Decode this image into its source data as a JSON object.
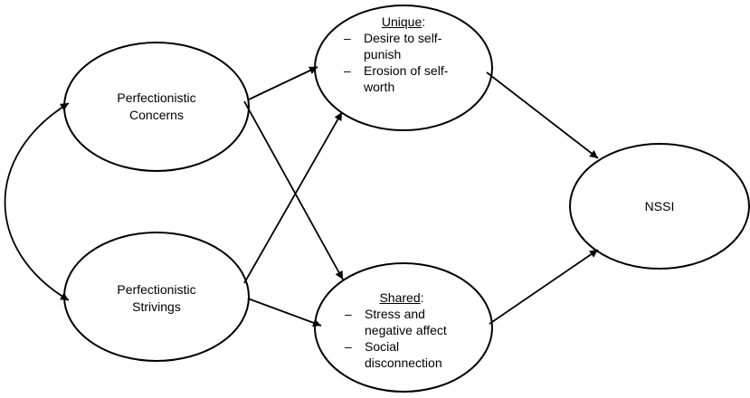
{
  "nodes": {
    "concerns": {
      "line1": "Perfectionistic",
      "line2": "Concerns"
    },
    "strivings": {
      "line1": "Perfectionistic",
      "line2": "Strivings"
    },
    "nssi": {
      "label": "NSSI"
    },
    "unique": {
      "title": "Unique",
      "items": [
        {
          "dash": "–",
          "line1": "Desire to self-",
          "line2": "punish"
        },
        {
          "dash": "–",
          "line1": "Erosion of self-",
          "line2": "worth"
        }
      ]
    },
    "shared": {
      "title": "Shared",
      "items": [
        {
          "dash": "–",
          "line1": "Stress and",
          "line2": "negative affect"
        },
        {
          "dash": "–",
          "line1": "Social",
          "line2": "disconnection"
        }
      ]
    }
  },
  "colors": {
    "stroke": "#000000",
    "background": "#ffffff"
  }
}
